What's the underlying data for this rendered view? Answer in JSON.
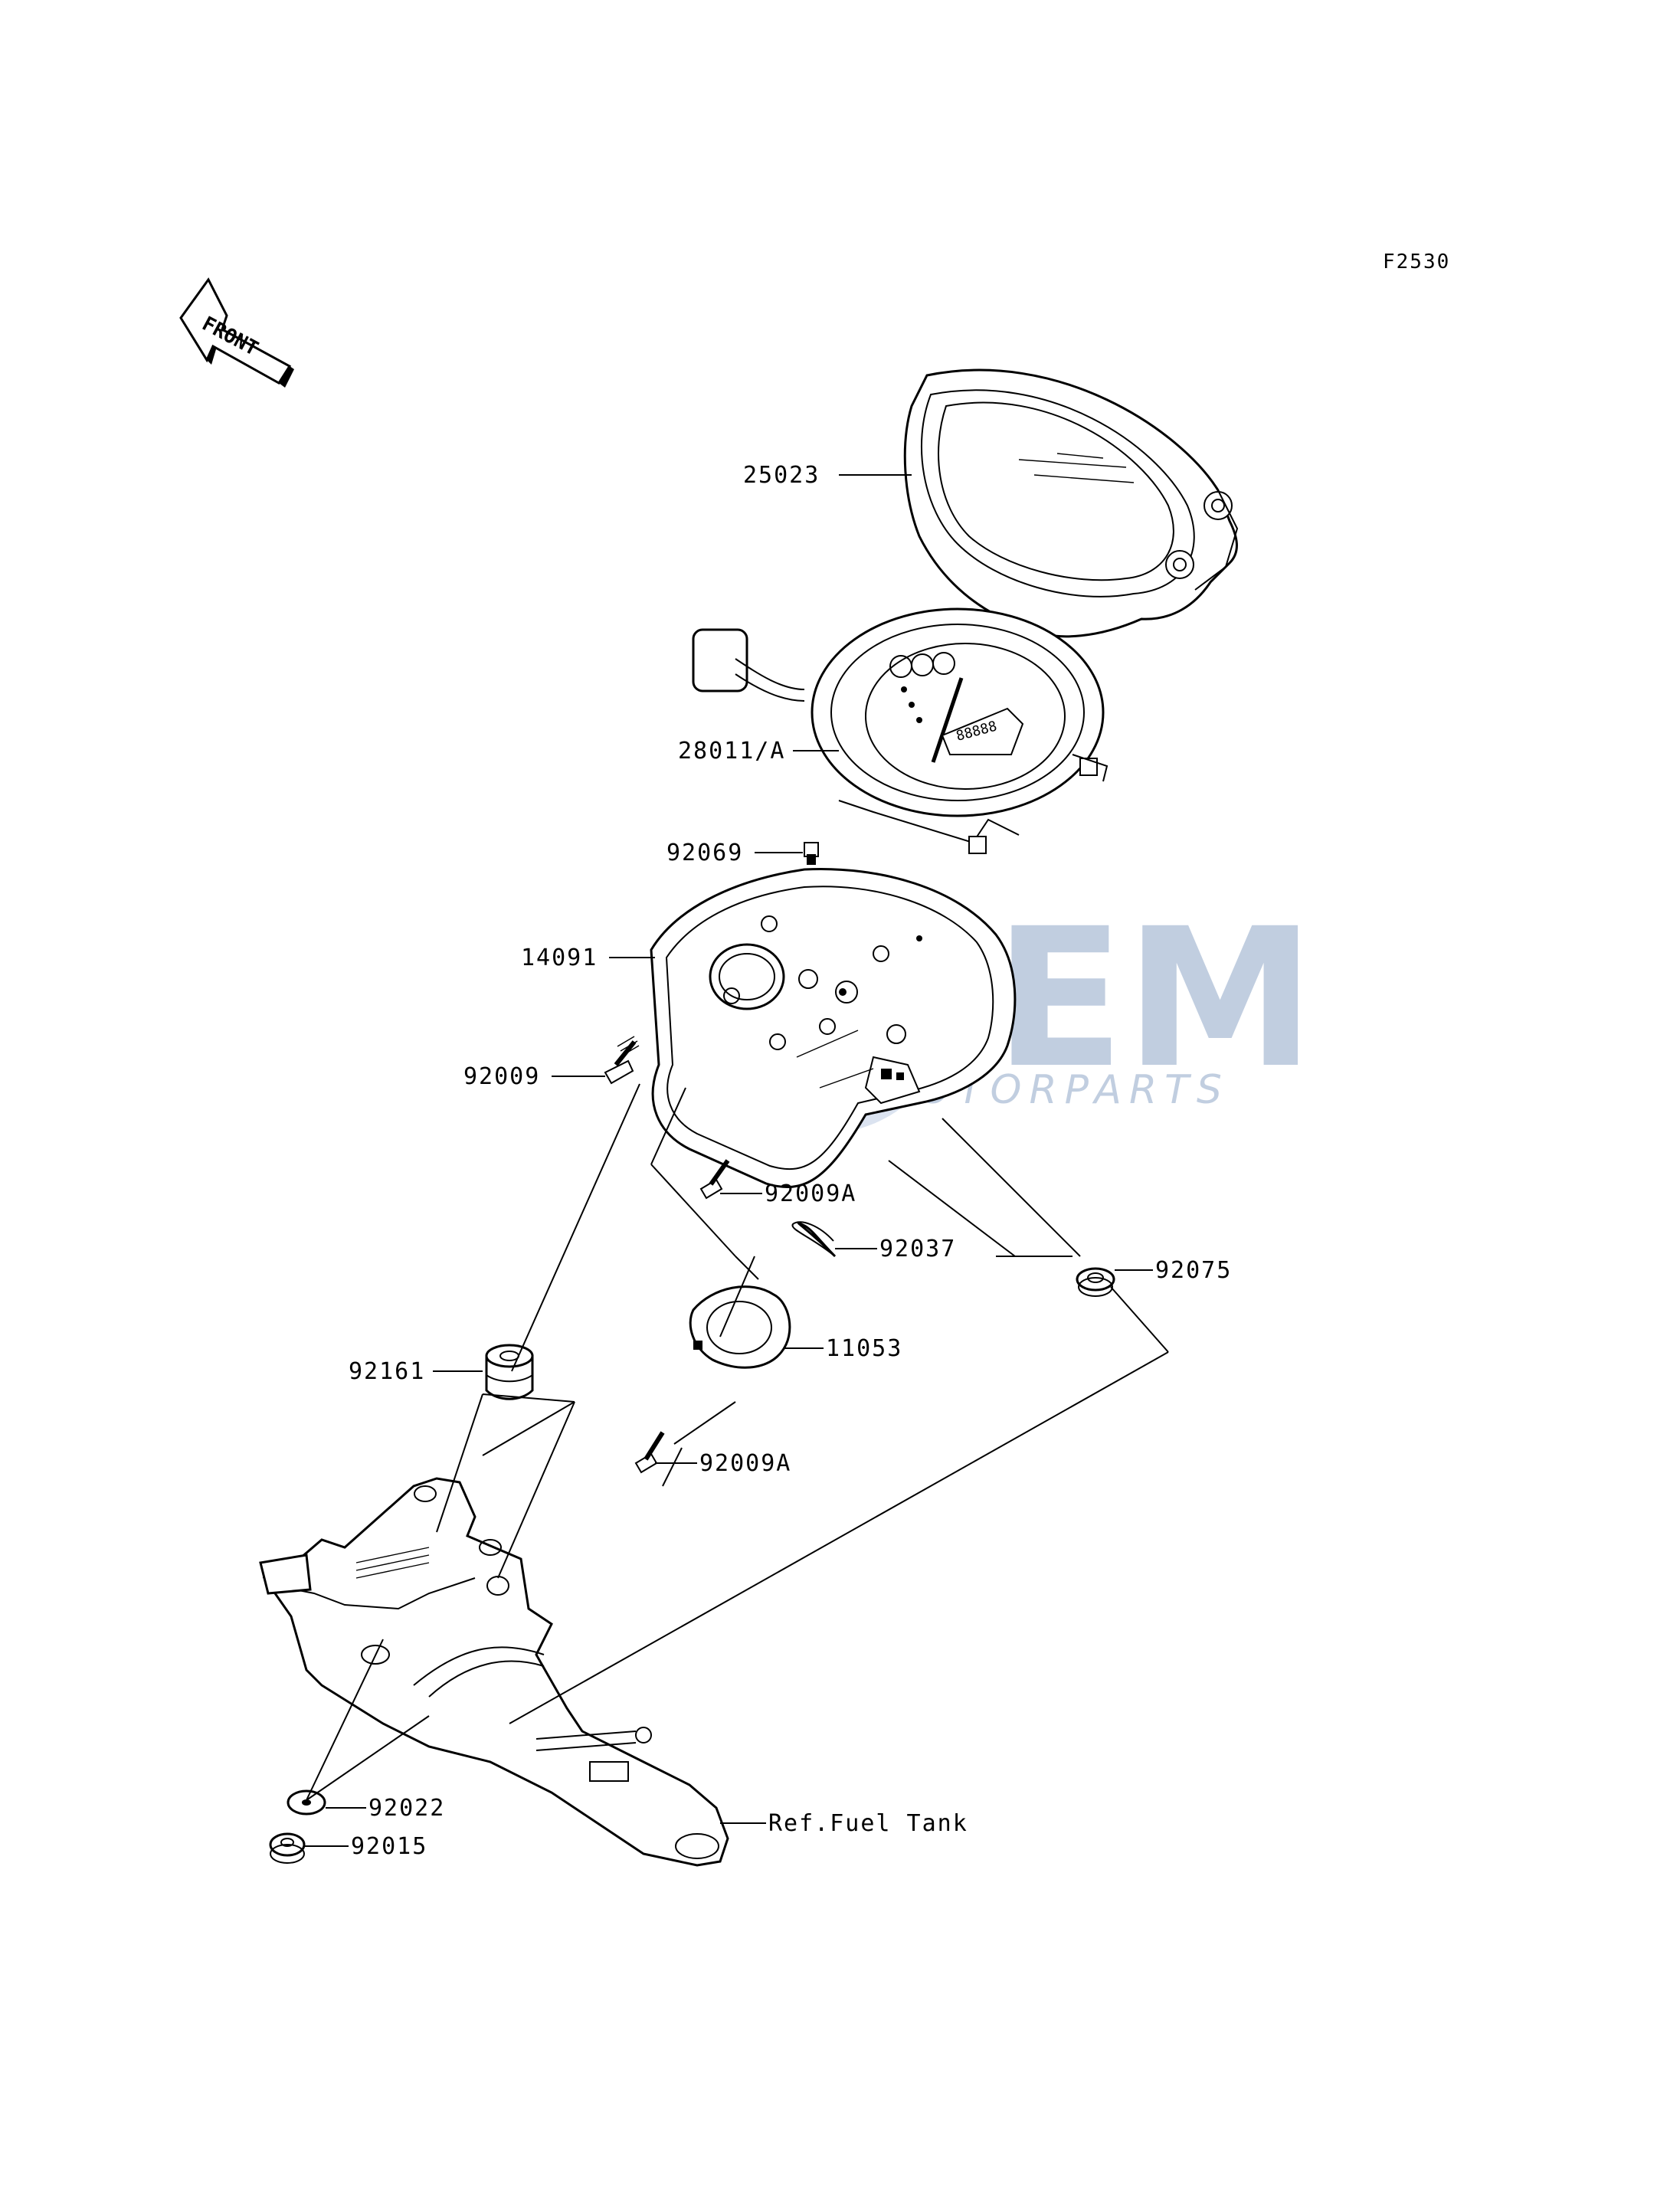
{
  "figure_code": "F2530",
  "front_arrow": {
    "text": "FRONT"
  },
  "watermark": {
    "brand": "OEM",
    "subtitle": "MOTORPARTS",
    "color": "#8fa7c7"
  },
  "parts": {
    "p25023": "25023",
    "p28011A": "28011/A",
    "p92069": "92069",
    "p14091": "14091",
    "p92009": "92009",
    "p92009A_1": "92009A",
    "p92037": "92037",
    "p92075": "92075",
    "p11053": "11053",
    "p92161": "92161",
    "p92009A_2": "92009A",
    "p92022": "92022",
    "p92015": "92015",
    "ref_fuel_tank": "Ref.Fuel Tank"
  },
  "meter_readout": "88888"
}
